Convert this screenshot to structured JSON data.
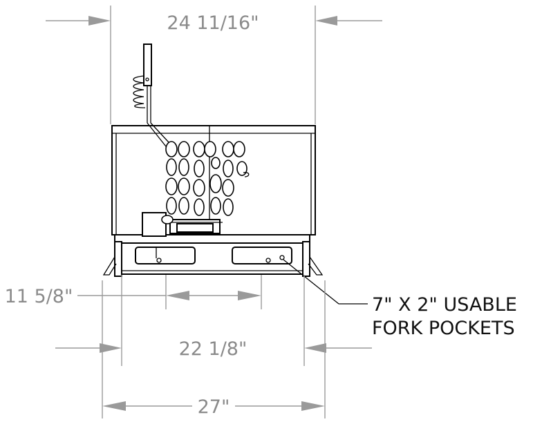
{
  "dimensions": {
    "top_width": "24 11/16\"",
    "pocket_spacing": "11 5/8\"",
    "inner_width": "22 1/8\"",
    "overall_width": "27\""
  },
  "callout": {
    "line1": "7\" X 2\" USABLE",
    "line2": "FORK POCKETS"
  },
  "colors": {
    "dimension": "#8a8a8a",
    "object": "#000000"
  }
}
